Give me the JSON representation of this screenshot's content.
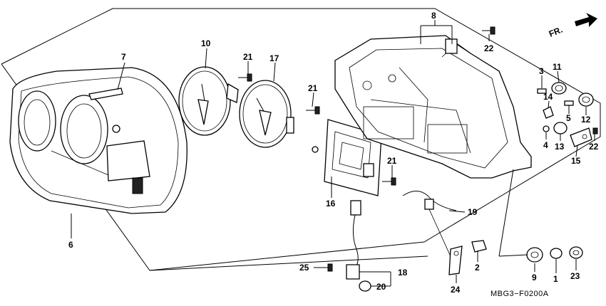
{
  "diagram": {
    "reference_code": "MBG3−F0200A",
    "direction_label": "FR.",
    "callouts": [
      {
        "id": "c8",
        "text": "8"
      },
      {
        "id": "c22a",
        "text": "22"
      },
      {
        "id": "c10",
        "text": "10"
      },
      {
        "id": "c21a",
        "text": "21"
      },
      {
        "id": "c17",
        "text": "17"
      },
      {
        "id": "c7",
        "text": "7"
      },
      {
        "id": "c3",
        "text": "3"
      },
      {
        "id": "c11",
        "text": "11"
      },
      {
        "id": "c14",
        "text": "14"
      },
      {
        "id": "c5",
        "text": "5"
      },
      {
        "id": "c12",
        "text": "12"
      },
      {
        "id": "c21b",
        "text": "21"
      },
      {
        "id": "c4",
        "text": "4"
      },
      {
        "id": "c13",
        "text": "13"
      },
      {
        "id": "c22b",
        "text": "22"
      },
      {
        "id": "c15",
        "text": "15"
      },
      {
        "id": "c21c",
        "text": "21"
      },
      {
        "id": "c16",
        "text": "16"
      },
      {
        "id": "c19",
        "text": "19"
      },
      {
        "id": "c6",
        "text": "6"
      },
      {
        "id": "c2",
        "text": "2"
      },
      {
        "id": "c9",
        "text": "9"
      },
      {
        "id": "c1",
        "text": "1"
      },
      {
        "id": "c23",
        "text": "23"
      },
      {
        "id": "c25",
        "text": "25"
      },
      {
        "id": "c18",
        "text": "18"
      },
      {
        "id": "c20",
        "text": "20"
      },
      {
        "id": "c24",
        "text": "24"
      }
    ]
  }
}
